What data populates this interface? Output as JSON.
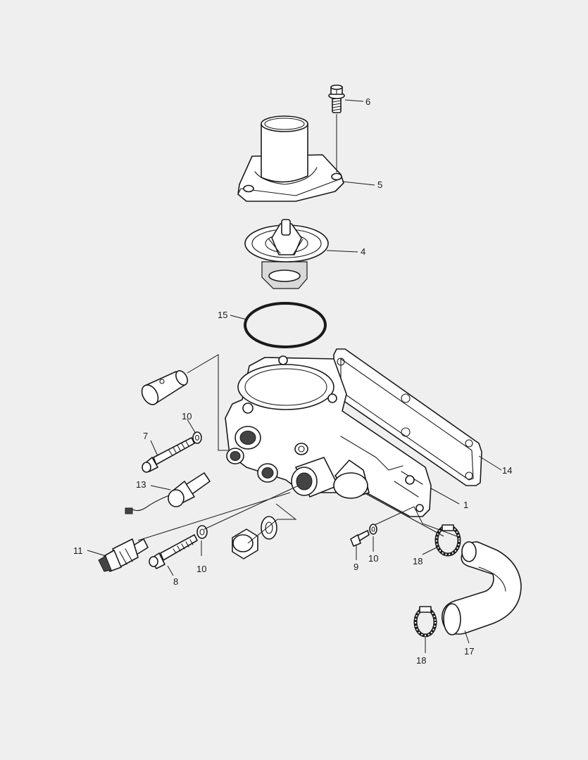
{
  "diagram": {
    "type": "exploded-parts-view",
    "colors": {
      "background": "#efefef",
      "line": "#1a1a1a",
      "fill": "#ffffff"
    },
    "callouts": [
      {
        "id": "c6",
        "label": "6"
      },
      {
        "id": "c5",
        "label": "5"
      },
      {
        "id": "c4",
        "label": "4"
      },
      {
        "id": "c15",
        "label": "15"
      },
      {
        "id": "c10a",
        "label": "10"
      },
      {
        "id": "c7",
        "label": "7"
      },
      {
        "id": "c13",
        "label": "13"
      },
      {
        "id": "c14",
        "label": "14"
      },
      {
        "id": "c1",
        "label": "1"
      },
      {
        "id": "c11",
        "label": "11"
      },
      {
        "id": "c10b",
        "label": "10"
      },
      {
        "id": "c8",
        "label": "8"
      },
      {
        "id": "c9",
        "label": "9"
      },
      {
        "id": "c10c",
        "label": "10"
      },
      {
        "id": "c18a",
        "label": "18"
      },
      {
        "id": "c18b",
        "label": "18"
      },
      {
        "id": "c17",
        "label": "17"
      }
    ]
  }
}
